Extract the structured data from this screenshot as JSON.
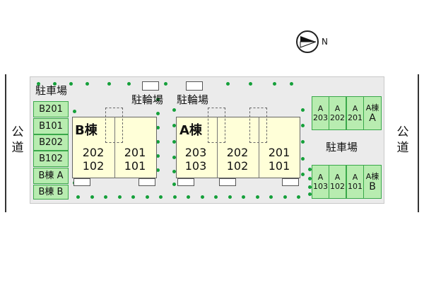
{
  "road": {
    "left_label": "公道",
    "right_label": "公道"
  },
  "compass": {
    "label": "N"
  },
  "parking_left": {
    "title": "駐車場",
    "slots": [
      "B201",
      "B101",
      "B202",
      "B102",
      "B棟 A",
      "B棟 B"
    ]
  },
  "bike_parking": {
    "label1": "駐輪場",
    "label2": "駐輪場"
  },
  "parking_right": {
    "title": "駐車場",
    "upper": [
      {
        "top": "A",
        "bottom": "203"
      },
      {
        "top": "A",
        "bottom": "202"
      },
      {
        "top": "A",
        "bottom": "201"
      },
      {
        "top": "A棟",
        "bottom": "A"
      }
    ],
    "lower": [
      {
        "top": "A",
        "bottom": "103"
      },
      {
        "top": "A",
        "bottom": "102"
      },
      {
        "top": "A",
        "bottom": "101"
      },
      {
        "top": "A棟",
        "bottom": "B"
      }
    ]
  },
  "building_b": {
    "name": "B棟",
    "units": [
      {
        "upper": "202",
        "lower": "102"
      },
      {
        "upper": "201",
        "lower": "101"
      }
    ]
  },
  "building_a": {
    "name": "A棟",
    "units": [
      {
        "upper": "203",
        "lower": "103"
      },
      {
        "upper": "202",
        "lower": "102"
      },
      {
        "upper": "201",
        "lower": "101"
      }
    ]
  }
}
